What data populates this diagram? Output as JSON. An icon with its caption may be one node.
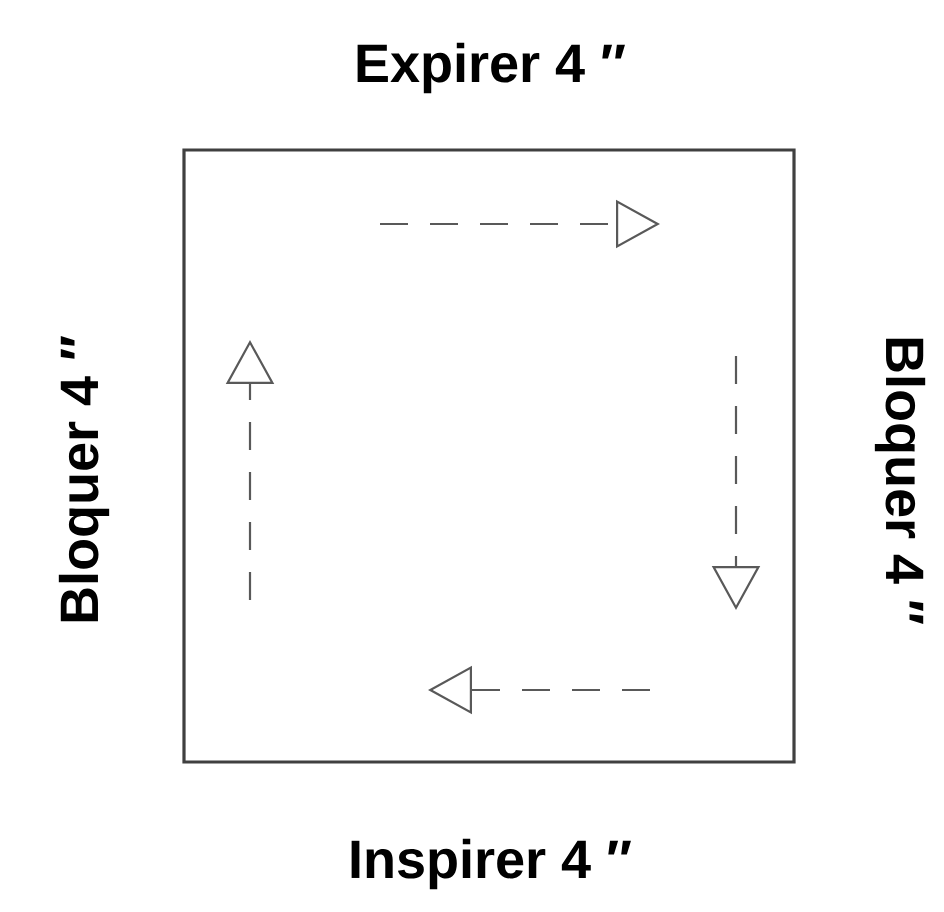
{
  "diagram": {
    "labels": [
      "Expirer 4 ″",
      "Bloquer 4 ″",
      "Bloquer 4 ″",
      "Inspirer 4 ″"
    ]
  }
}
